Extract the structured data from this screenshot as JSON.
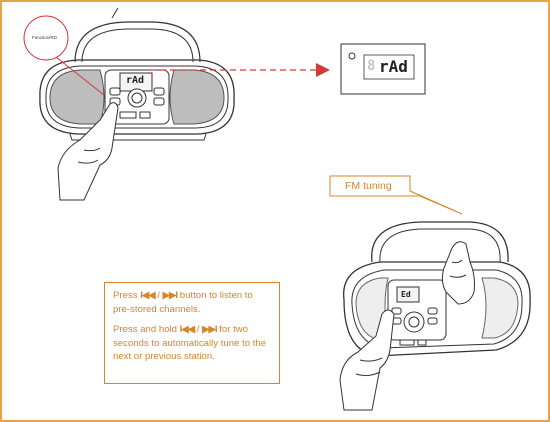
{
  "top_callout": {
    "label": "Function/RD"
  },
  "display": {
    "ghost_digit": "8",
    "text": "rAd"
  },
  "small_display": {
    "text": "rAd"
  },
  "fm_callout": {
    "label": "FM tuning"
  },
  "instructions": {
    "press_prefix": "Press",
    "skip_back_glyph": "I◀◀",
    "slash": "/",
    "skip_fwd_glyph": "▶▶I",
    "press_suffix": "button to listen to pre-stored channels.",
    "hold_prefix": "Press and hold",
    "hold_suffix": "for two seconds to automatically tune to the next or previous station."
  },
  "colors": {
    "accent": "#d5852a",
    "frame": "#e8a24a",
    "arrow": "#d33a3a",
    "line": "#333333"
  }
}
